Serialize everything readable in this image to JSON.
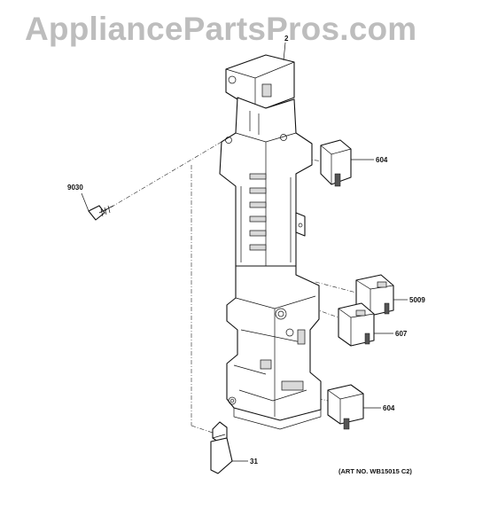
{
  "watermark": "AppliancePartsPros.com",
  "art_number": "(ART NO. WB15015 C2)",
  "callouts": {
    "main_frame": "2",
    "screw": "9030",
    "switch_top": "604",
    "switch_mid_upper": "5009",
    "switch_mid_lower": "607",
    "switch_bottom": "604",
    "lever": "31"
  }
}
